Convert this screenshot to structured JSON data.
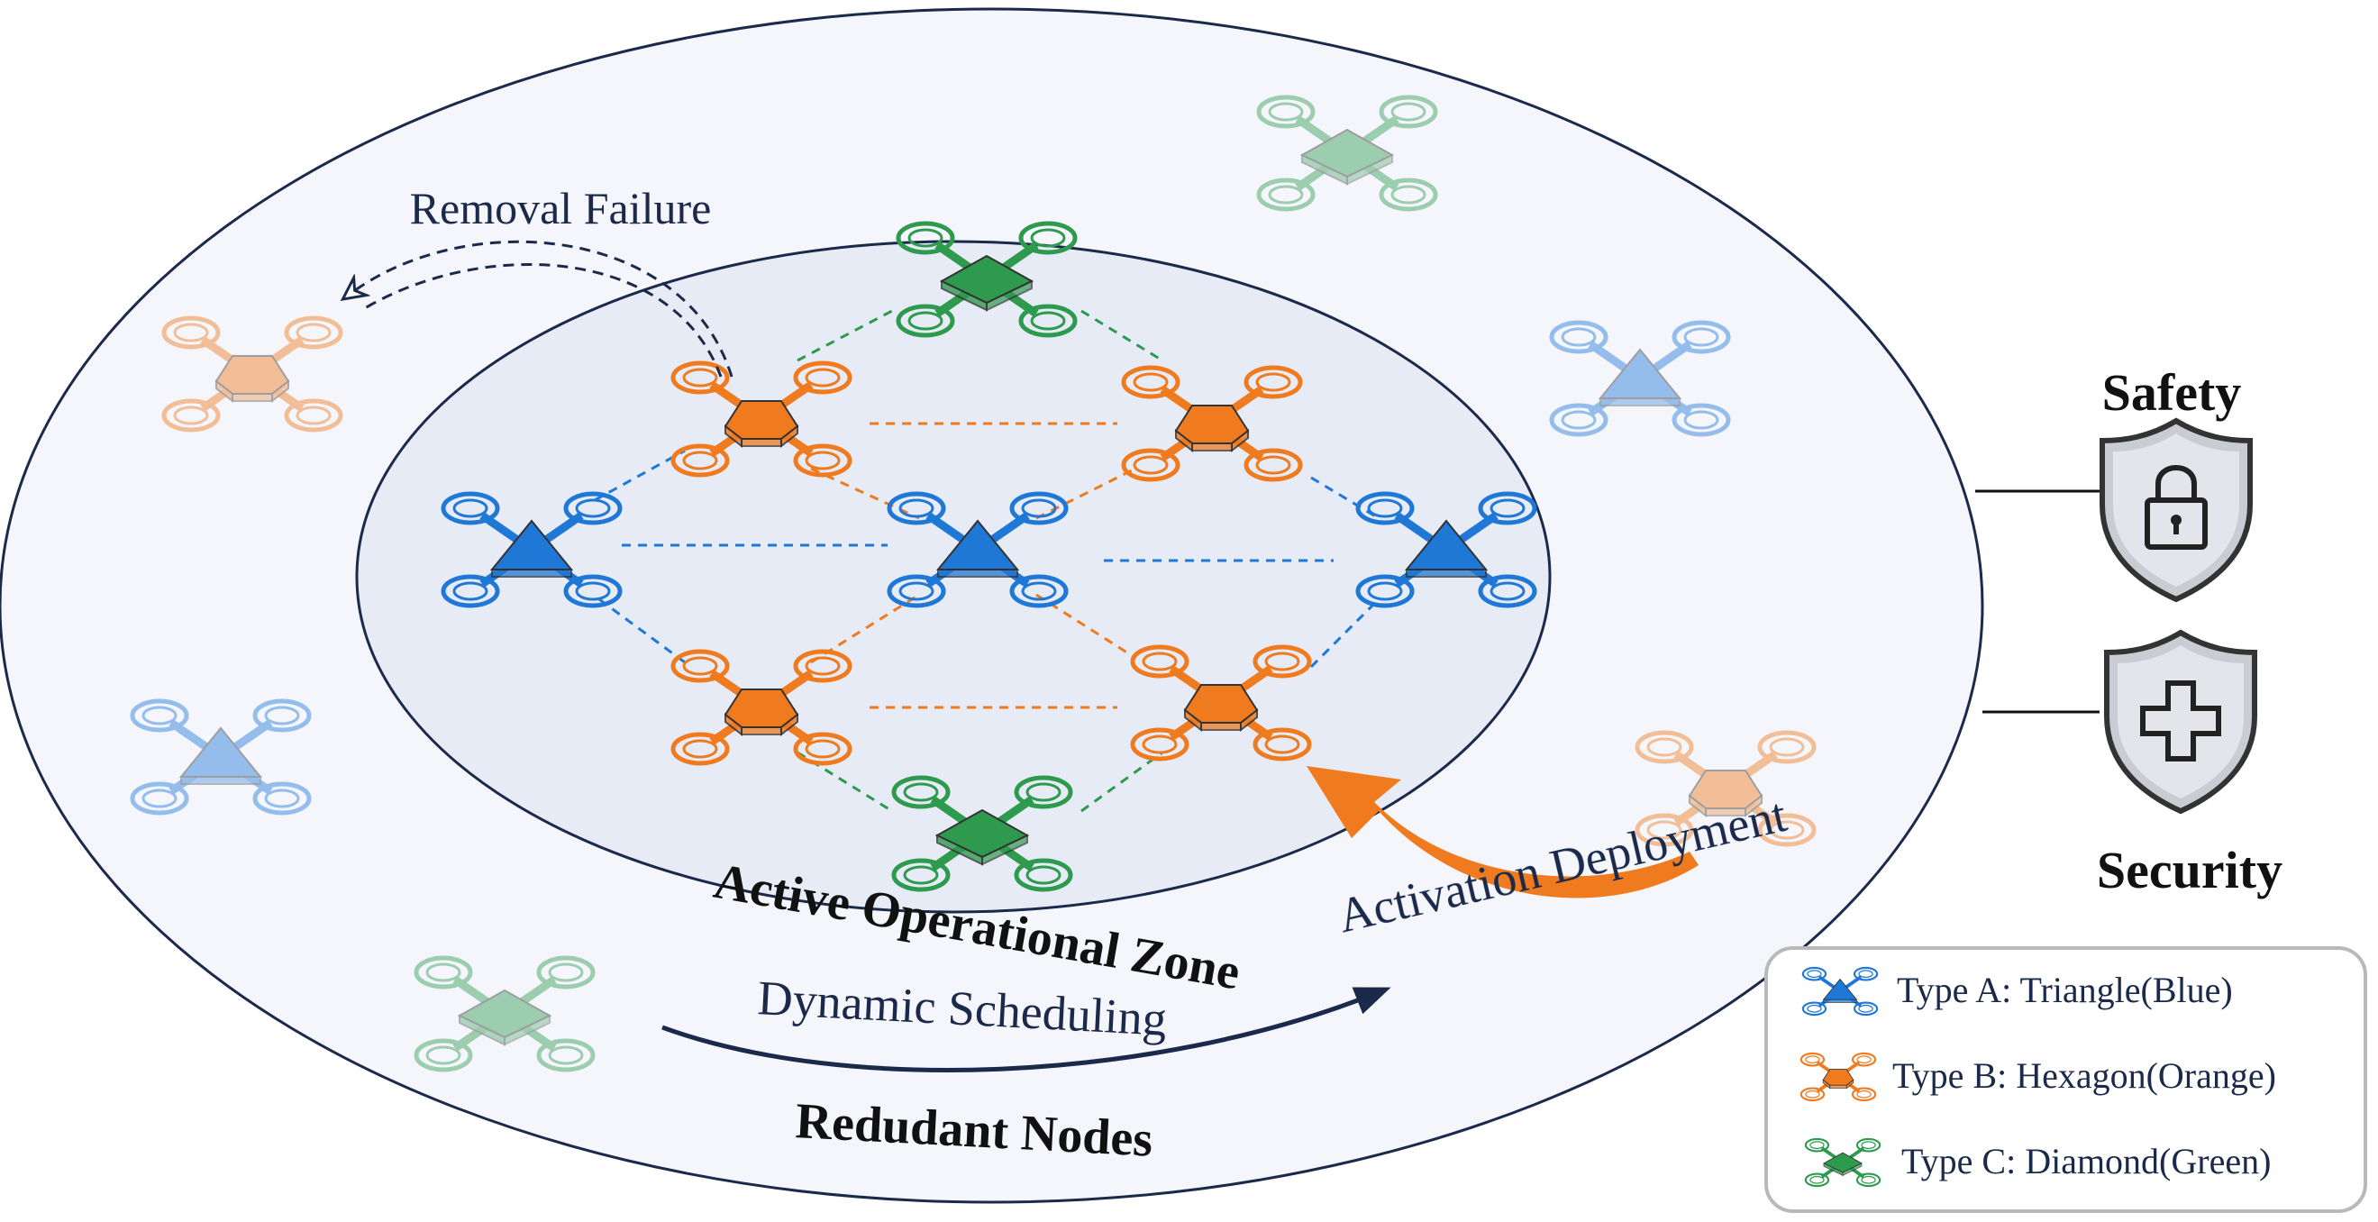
{
  "labels": {
    "removal_failure": "Removal Failure",
    "active_zone": "Active Operational Zone",
    "dynamic_scheduling": "Dynamic Scheduling",
    "activation_deployment": "Activation Deployment",
    "redundant_nodes": "Redudant Nodes",
    "safety": "Safety",
    "security": "Security"
  },
  "legend": {
    "type_a": "Type A: Triangle(Blue)",
    "type_b": "Type B: Hexagon(Orange)",
    "type_c": "Type C: Diamond(Green)"
  },
  "icons": {
    "safety": "padlock-shield-icon",
    "security": "cross-shield-icon"
  },
  "colors": {
    "blue": "#1f77d6",
    "orange": "#f07a1e",
    "green": "#2e9a4e",
    "navy": "#1b2a4a",
    "outer_zone": "#f4f6fb",
    "inner_zone": "#e6ebf5"
  }
}
